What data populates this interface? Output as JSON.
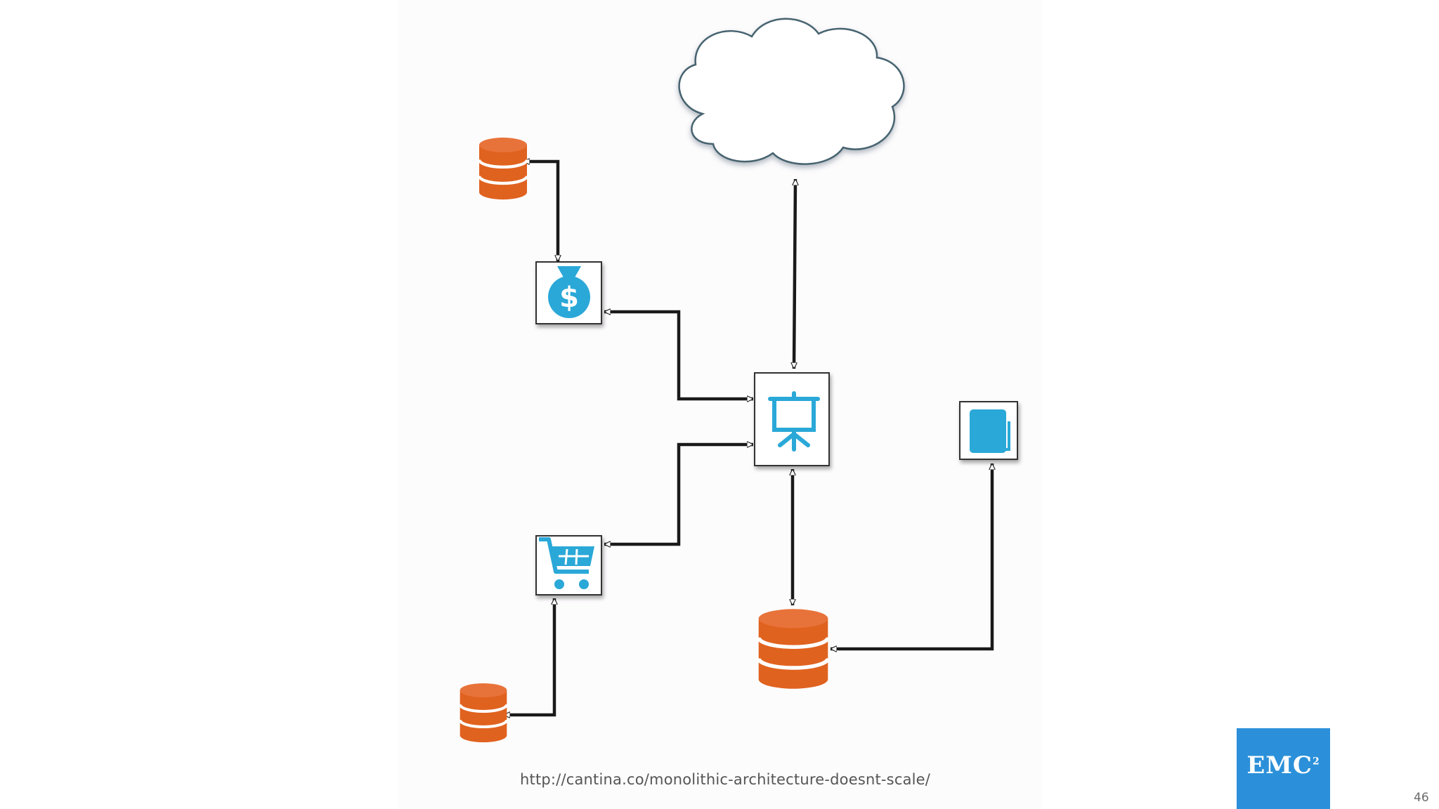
{
  "source": {
    "url": "http://cantina.co/monolithic-architecture-doesnt-scale/"
  },
  "logo": {
    "text": "EMC",
    "superscript": "2",
    "color": "#2b90d9"
  },
  "page": {
    "number": "46"
  },
  "diagram": {
    "nodes": [
      {
        "id": "cloud",
        "icon": "cloud-icon"
      },
      {
        "id": "presentation-service",
        "icon": "presentation-board-icon"
      },
      {
        "id": "payment-service",
        "icon": "money-bag-icon"
      },
      {
        "id": "cart-service",
        "icon": "shopping-cart-icon"
      },
      {
        "id": "catalog-service",
        "icon": "book-icon"
      },
      {
        "id": "main-database",
        "icon": "database-icon"
      },
      {
        "id": "payment-database",
        "icon": "database-icon"
      },
      {
        "id": "cart-database",
        "icon": "database-icon"
      }
    ],
    "edges": [
      {
        "from": "cloud",
        "to": "presentation-service",
        "direction": "both"
      },
      {
        "from": "payment-service",
        "to": "presentation-service",
        "direction": "both"
      },
      {
        "from": "cart-service",
        "to": "presentation-service",
        "direction": "both"
      },
      {
        "from": "presentation-service",
        "to": "main-database",
        "direction": "both"
      },
      {
        "from": "main-database",
        "to": "catalog-service",
        "direction": "both"
      },
      {
        "from": "payment-database",
        "to": "payment-service",
        "direction": "both"
      },
      {
        "from": "cart-database",
        "to": "cart-service",
        "direction": "both"
      }
    ],
    "colors": {
      "icon_blue": "#2aa8d8",
      "database_orange": "#e0621f",
      "line": "#1a1a1a"
    }
  }
}
